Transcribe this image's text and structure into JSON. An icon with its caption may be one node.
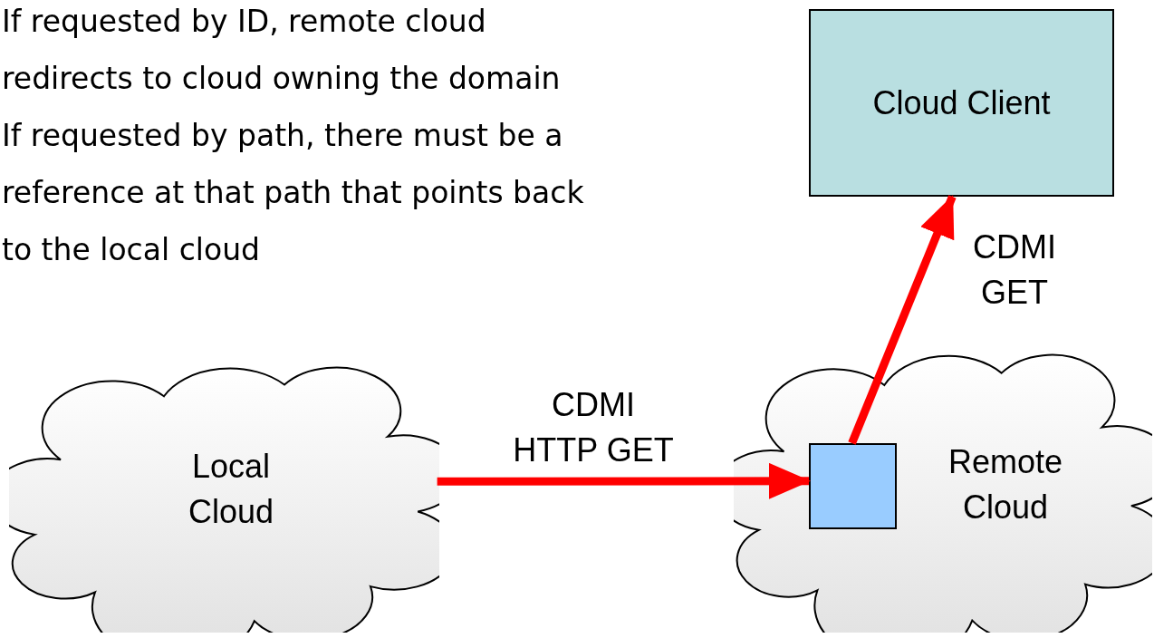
{
  "diagram": {
    "nodes": [
      {
        "text": [
          "Cloud Client"
        ]
      },
      {
        "text": [
          "Local Cloud"
        ]
      },
      {
        "text": [
          "Remote Cloud"
        ]
      },
      {
        "text": [],
        "shape": "box",
        "in": 2
      }
    ],
    "edges": [
      {
        "from": 1,
        "to": 3,
        "arrow": "to",
        "label": "CDMI HTTP GET"
      },
      {
        "from": 3,
        "to": 0,
        "arrow": "to",
        "label": "CDMI GET"
      }
    ],
    "labels": [
      "If requested by ID, remote cloud redirects to cloud owning the domain",
      "If requested by path, there must be a reference at that path that points back to the local cloud"
    ]
  }
}
